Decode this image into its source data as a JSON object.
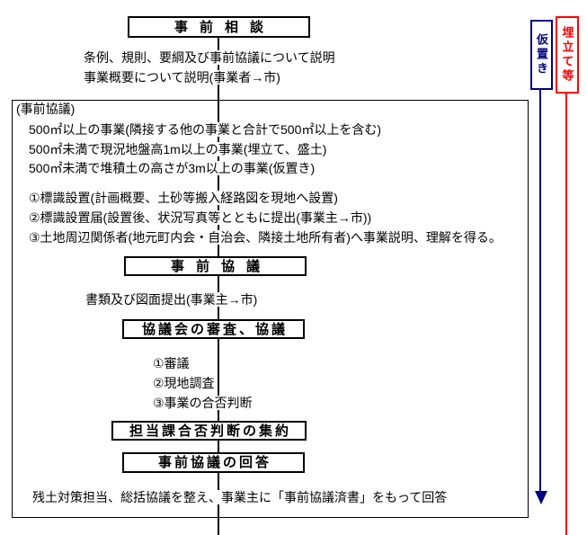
{
  "flow": {
    "title": "事前相談",
    "notes_top": [
      "条例、規則、要綱及び事前協議について説明",
      "事業概要について説明(事業者→市)"
    ],
    "box_label": "(事前協議)",
    "criteria": [
      "500㎡以上の事業(隣接する他の事業と合計で500㎡以上を含む)",
      "500㎡未満で現況地盤高1m以上の事業(埋立て、盛土)",
      "500㎡未満で堆積土の高さが3m以上の事業(仮置き)"
    ],
    "prep_steps": [
      "①標識設置(計画概要、土砂等搬入経路図を現地へ設置)",
      "②標識設置届(設置後、状況写真等とともに提出(事業主→市))",
      "③土地周辺関係者(地元町内会・自治会、隣接土地所有者)へ事業説明、理解を得る。"
    ],
    "pre_consult": "事前協議",
    "submit_note": "書類及び図面提出(事業主→市)",
    "council": "協議会の審査、協議",
    "council_steps": [
      "①審議",
      "②現地調査",
      "③事業の合否判断"
    ],
    "dept_summary": "担当課合否判断の集約",
    "answer": "事前協議の回答",
    "answer_note": "残土対策担当、総括協議を整え、事業主に「事前協議済書」をもって回答",
    "side": {
      "temporary": "仮置き",
      "landfill": "埋立て等"
    },
    "colors": {
      "temporary_blue": "#000080",
      "landfill_red": "#ff0000"
    }
  }
}
